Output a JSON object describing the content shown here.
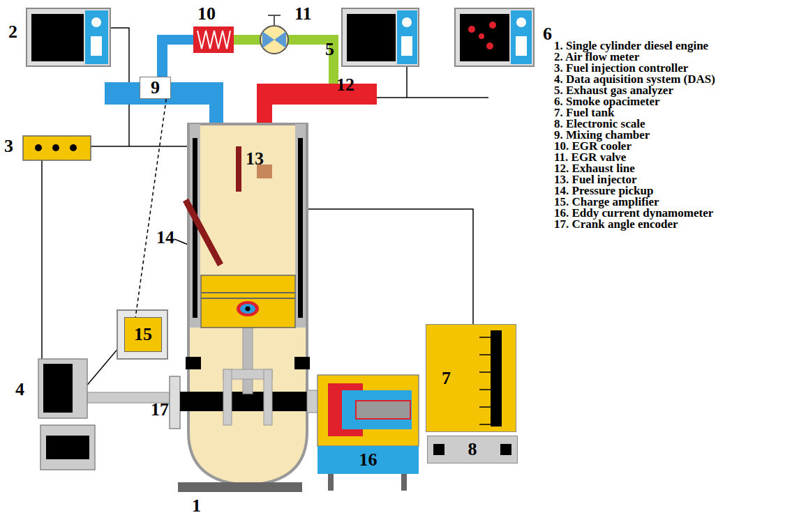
{
  "diagram": {
    "nodes": [
      {
        "text": [
          "9"
        ]
      },
      {
        "text": [
          "15"
        ]
      },
      {
        "text": [
          "16"
        ]
      },
      {
        "text": [
          "7"
        ]
      },
      {
        "text": [
          "8"
        ]
      },
      {
        "text": [
          "1. Single cylinder diesel engine",
          "2. Air flow meter",
          "3. Fuel injection controller",
          "4. Data aquisition system (DAS)",
          "5. Exhaust gas analyzer",
          "6. Smoke opacimeter",
          "7. Fuel tank",
          "8. Electronic scale",
          "9. Mixing chamber",
          "10. EGR cooler",
          "11. EGR valve",
          "12. Exhaust line",
          "13. Fuel injector",
          "14. Pressure pickup",
          "15. Charge amplifier",
          "16. Eddy current dynamometer",
          "17. Crank angle encoder"
        ]
      }
    ],
    "edges": [
      {
        "from": 0,
        "to": 1,
        "arrow": "none"
      }
    ],
    "labels": [
      "1",
      "2",
      "3",
      "4",
      "5",
      "6",
      "10",
      "11",
      "12",
      "13",
      "14",
      "17"
    ]
  }
}
